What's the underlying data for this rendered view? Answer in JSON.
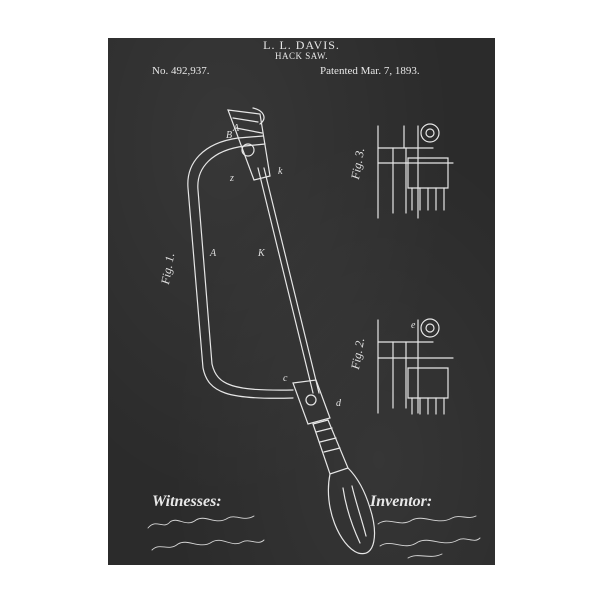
{
  "header": {
    "title": "L. L. DAVIS.",
    "subtitle": "HACK SAW.",
    "patent_no": "No. 492,937.",
    "patented": "Patented Mar. 7, 1893."
  },
  "figures": {
    "fig1": "Fig. 1.",
    "fig2": "Fig. 2.",
    "fig3": "Fig. 3."
  },
  "labels": {
    "K": "K",
    "A": "A",
    "A2": "A",
    "B": "B",
    "z": "z",
    "c": "c",
    "d": "d",
    "e": "e",
    "k": "k"
  },
  "footer": {
    "witnesses": "Witnesses:",
    "inventor": "Inventor:"
  },
  "colors": {
    "board": "#2b2b2b",
    "ink": "#e8e8e8"
  }
}
